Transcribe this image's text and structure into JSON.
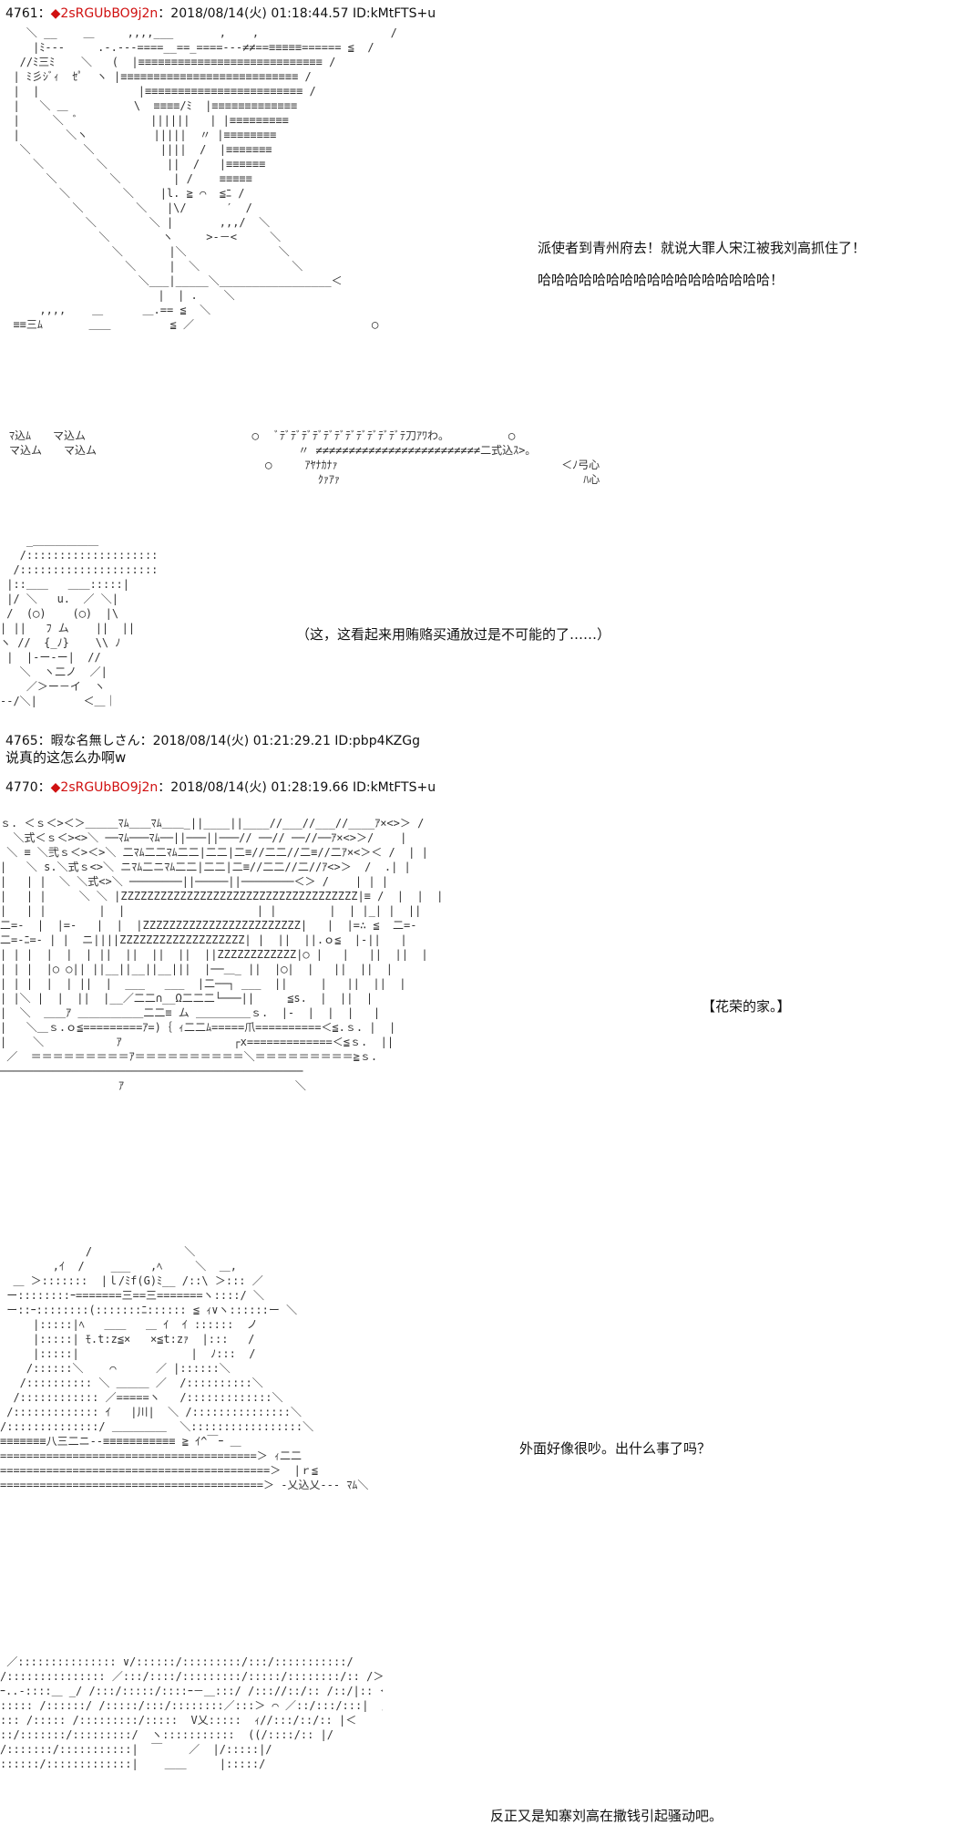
{
  "posts": [
    {
      "number": "4761",
      "separator": "：",
      "trip": "◆2sRGUbBO9j2n",
      "meta": "：2018/08/14(火) 01:18:44.57 ID:kMtFTS+u",
      "lines": [
        "派使者到青州府去！就说大罪人宋江被我刘高抓住了！",
        "哈哈哈哈哈哈哈哈哈哈哈哈哈哈哈哈哈！",
        "（这，这看起来用贿赂买通放过是不可能的了……）"
      ]
    },
    {
      "number": "4765",
      "separator": "：",
      "name": "暇な名無しさん",
      "meta": "：2018/08/14(火) 01:21:29.21 ID:pbp4KZGg",
      "lines": [
        "说真的这怎么办啊w"
      ]
    },
    {
      "number": "4770",
      "separator": "：",
      "trip": "◆2sRGUbBO9j2n",
      "meta": "：2018/08/14(火) 01:28:19.66 ID:kMtFTS+u",
      "lines": [
        "【花荣的家。】",
        "外面好像很吵。出什么事了吗？",
        "反正又是知寨刘高在撒钱引起骚动吧。"
      ]
    }
  ],
  "aa_text": {
    "crowd": "ﾏ込ﾑ　　マ込ム\nマ込ム　　マ込ム",
    "banner": "ﾃﾞﾃﾞﾃﾞﾃﾞﾃﾞﾃﾞﾃﾞﾃﾞﾃﾞﾃﾞﾃﾞﾃ刀ｱﾜわ。",
    "ah_here": "ｱﾔﾅｶﾅｧ"
  }
}
